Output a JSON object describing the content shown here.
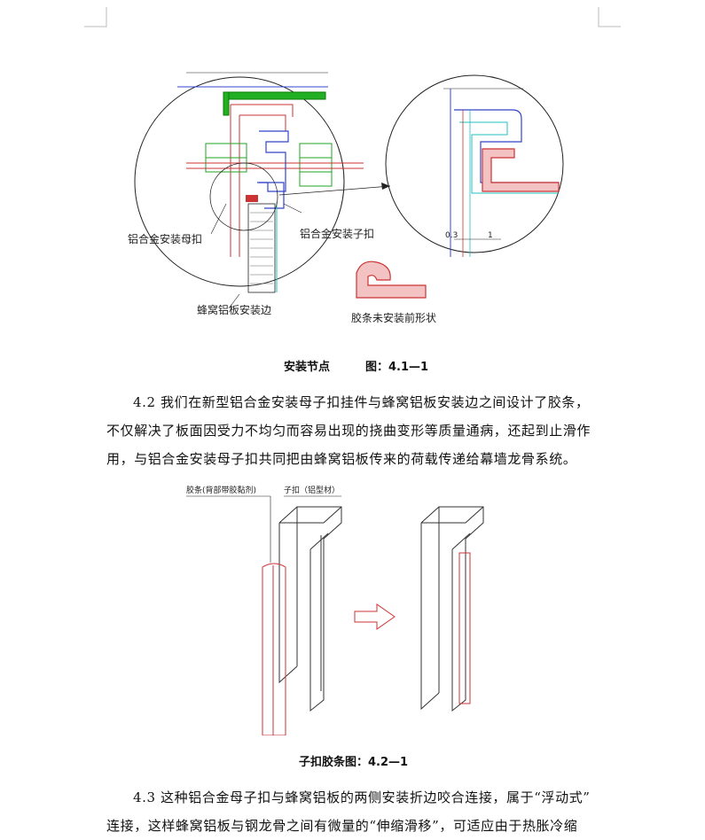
{
  "figure1": {
    "labels": {
      "female_clip": "铝合金安装母扣",
      "male_clip": "铝合金安装子扣",
      "panel_edge": "蜂窝铝板安装边",
      "strip_shape": "胶条未安装前形状",
      "dim_a": "0.3",
      "dim_b": "1"
    },
    "caption_left": "安装节点",
    "caption_right": "图：4.1—1"
  },
  "para1": {
    "lines": [
      "4.2 我们在新型铝合金安装母子扣挂件与蜂窝铝板安装边之间设计了胶条，",
      "不仅解决了板面因受力不均匀而容易出现的挠曲变形等质量通病，还起到止滑作",
      "用，与铝合金安装母子扣共同把由蜂窝铝板传来的荷载传递给幕墙龙骨系统。"
    ]
  },
  "figure2": {
    "labels": {
      "strip": "胶条(背部带胶黏剂)",
      "clip": "子扣（铝型材）"
    },
    "caption": "子扣胶条图：4.2—1"
  },
  "para2": {
    "lines": [
      "4.3 这种铝合金母子扣与蜂窝铝板的两侧安装折边咬合连接，属于“浮动式”",
      "连接，这样蜂窝铝板与钢龙骨之间有微量的“伸缩滑移”，可适应由于热胀冷缩"
    ]
  }
}
